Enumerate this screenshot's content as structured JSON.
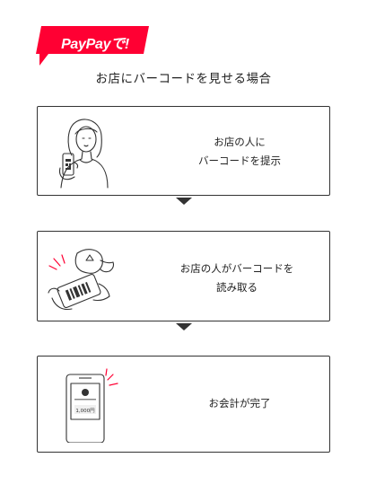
{
  "badge": {
    "text": "PayPayで!",
    "color": "#ff0033"
  },
  "heading": "お店にバーコードを見せる場合",
  "steps": [
    {
      "lines": [
        "お店の人に",
        "バーコードを提示"
      ],
      "illustration": "person-showing-phone-icon"
    },
    {
      "lines": [
        "お店の人がバーコードを",
        "読み取る"
      ],
      "illustration": "scanner-reading-phone-icon"
    },
    {
      "lines": [
        "お会計が完了"
      ],
      "illustration": "payment-complete-phone-icon",
      "amount": "1,000円"
    }
  ],
  "colors": {
    "accent": "#ff0033",
    "line": "#333333"
  }
}
